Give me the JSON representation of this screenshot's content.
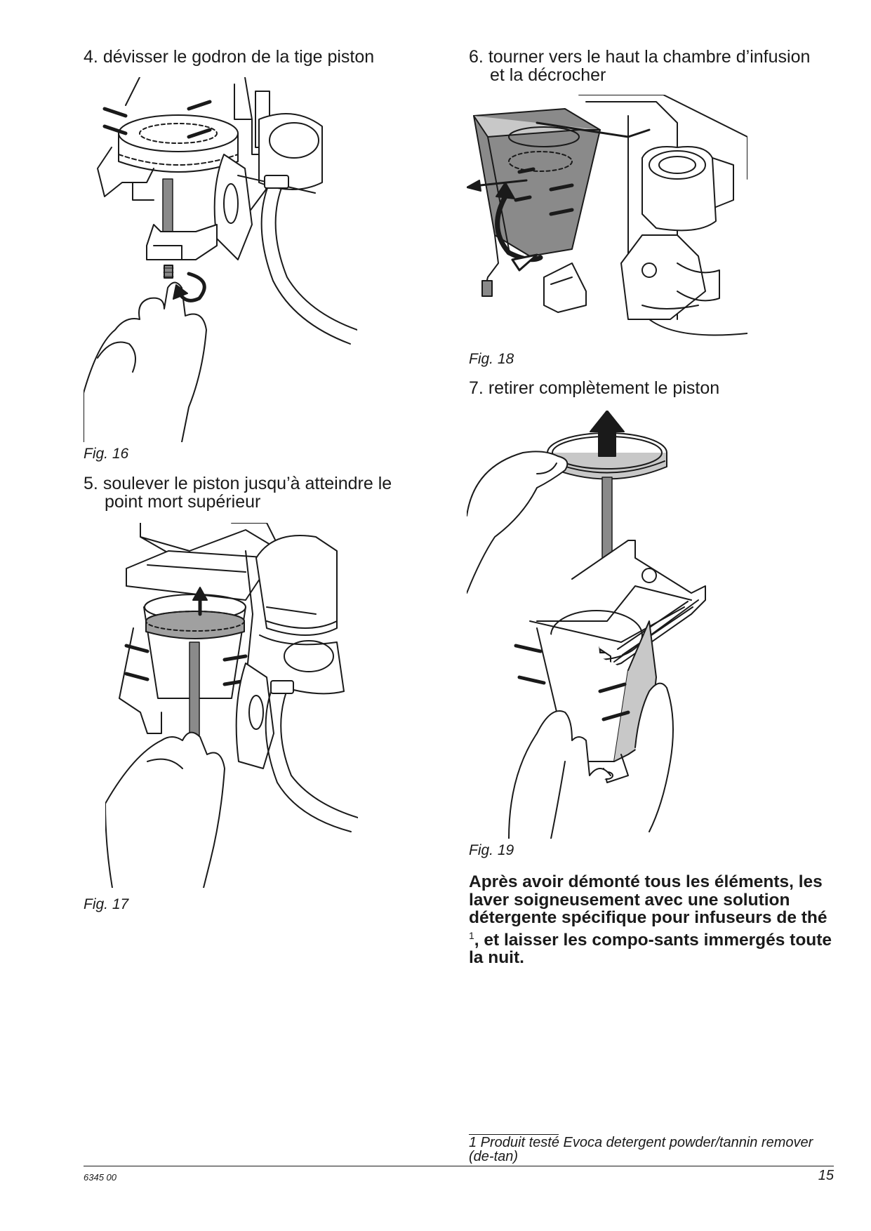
{
  "steps": {
    "s4": {
      "number": "4.",
      "line1": "dévisser le godron de la tige piston"
    },
    "s5": {
      "number": "5.",
      "line1": "soulever le piston jusqu’à atteindre le",
      "line2": "point mort supérieur"
    },
    "s6": {
      "number": "6.",
      "line1": "tourner vers le haut la chambre d’infusion",
      "line2": "et la décrocher"
    },
    "s7": {
      "number": "7.",
      "line1": "retirer complètement le piston"
    }
  },
  "figures": {
    "fig16": "Fig. 16",
    "fig17": "Fig. 17",
    "fig18": "Fig. 18",
    "fig19": "Fig. 19"
  },
  "note": {
    "text_before": "Après avoir démonté tous les éléments, les laver soigneusement avec une solution détergente spécifique pour infuseurs de thé",
    "footnote_ref": "1",
    "text_after": ", et laisser les compo-sants immergés toute la nuit."
  },
  "footnote": {
    "text": "1 Produit testé Evoca detergent powder/tannin remover (de-tan)"
  },
  "footer": {
    "doc_code": "6345 00",
    "page_number": "15"
  },
  "colors": {
    "ink": "#1a1a1a",
    "shade": "#8a8a8a",
    "light_shade": "#c8c8c8",
    "paper": "#ffffff"
  }
}
